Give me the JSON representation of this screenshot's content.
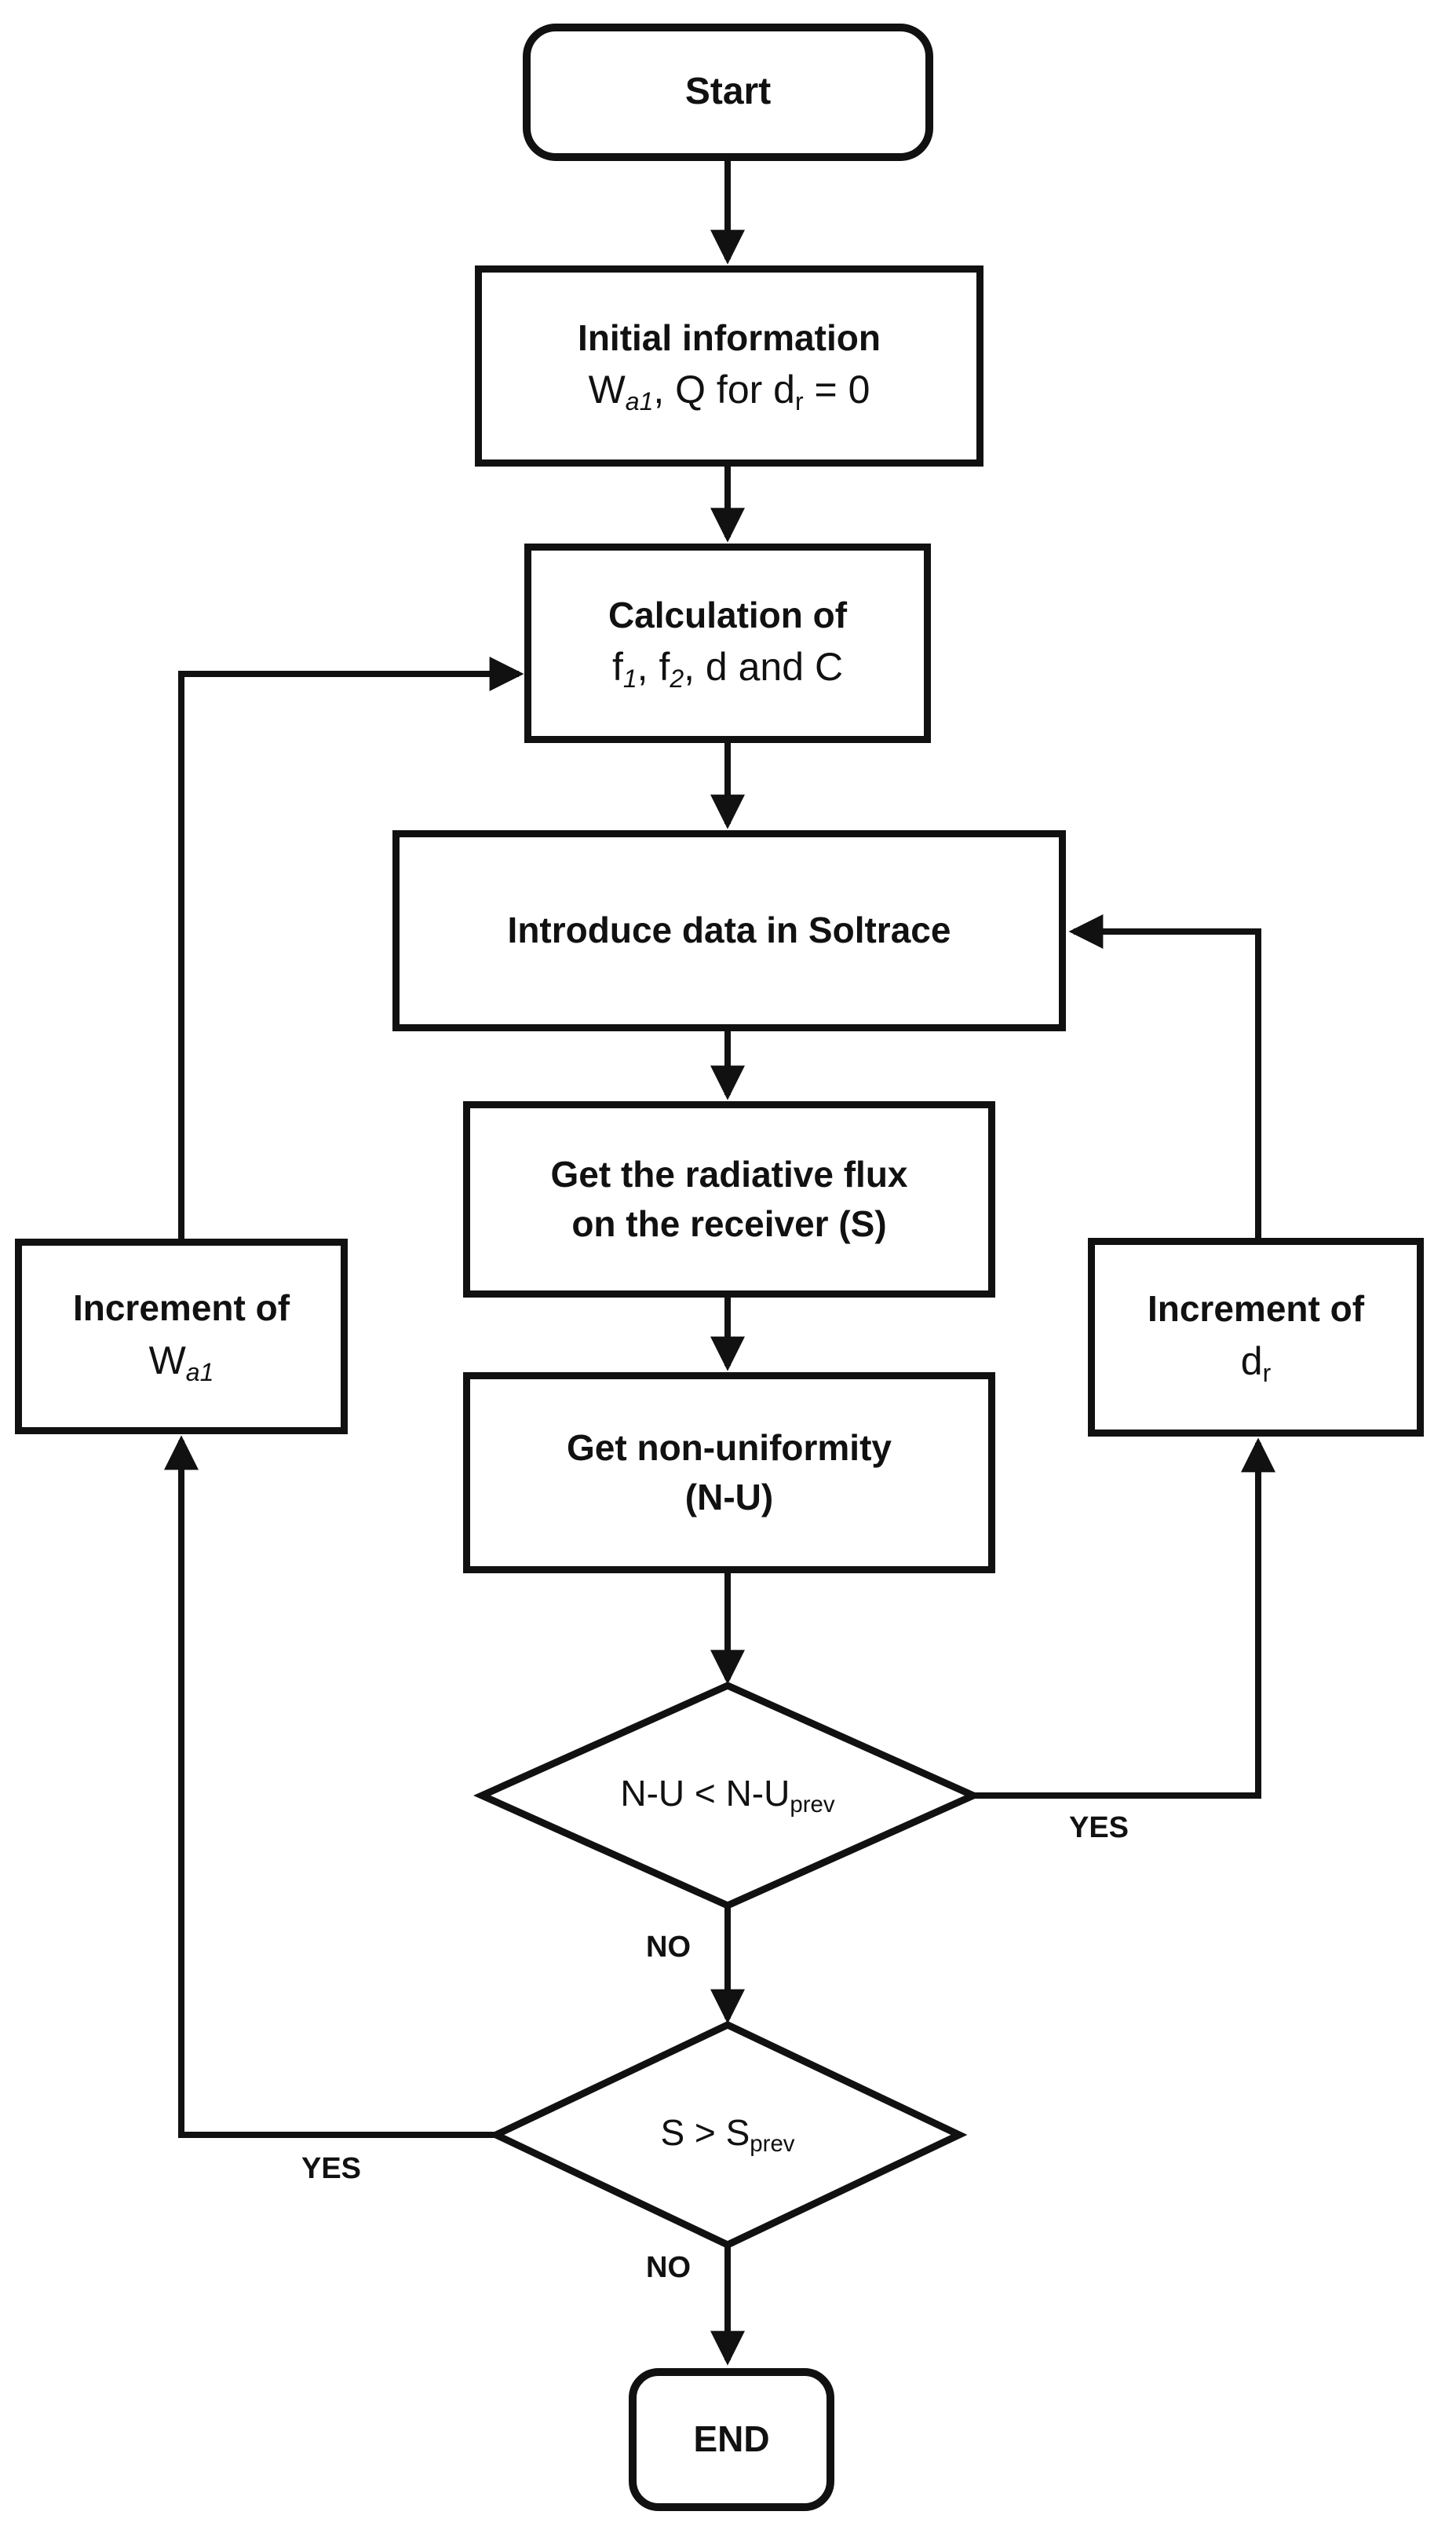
{
  "nodes": {
    "start": {
      "label": "Start"
    },
    "initial_info": {
      "title": "Initial information",
      "formula": {
        "base1": "W",
        "sub1": "a1",
        "mid": ", Q for d",
        "sub2": "r",
        "end": " = 0"
      }
    },
    "calculation": {
      "title": "Calculation of",
      "formula": {
        "p1": "f",
        "s1": "1",
        "p2": ", f",
        "s2": "2",
        "p3": ", d and C"
      }
    },
    "introduce": {
      "label": "Introduce data in Soltrace"
    },
    "flux": {
      "line1": "Get the radiative flux",
      "line2": "on the receiver (S)"
    },
    "nonuniformity": {
      "line1": "Get non-uniformity",
      "line2": "(N-U)"
    },
    "decision_nu": {
      "base": "N-U < N-U",
      "sub": "prev"
    },
    "decision_s": {
      "base": "S > S",
      "sub": "prev"
    },
    "increment_wa1": {
      "title": "Increment of",
      "var_base": "W",
      "var_sub": "a1"
    },
    "increment_dr": {
      "title": "Increment of",
      "var_base": "d",
      "var_sub": "r"
    },
    "end": {
      "label": "END"
    }
  },
  "edge_labels": {
    "nu_yes": "YES",
    "nu_no": "NO",
    "s_yes": "YES",
    "s_no": "NO"
  },
  "colors": {
    "stroke": "#111111",
    "text": "#111111",
    "background": "#ffffff"
  }
}
